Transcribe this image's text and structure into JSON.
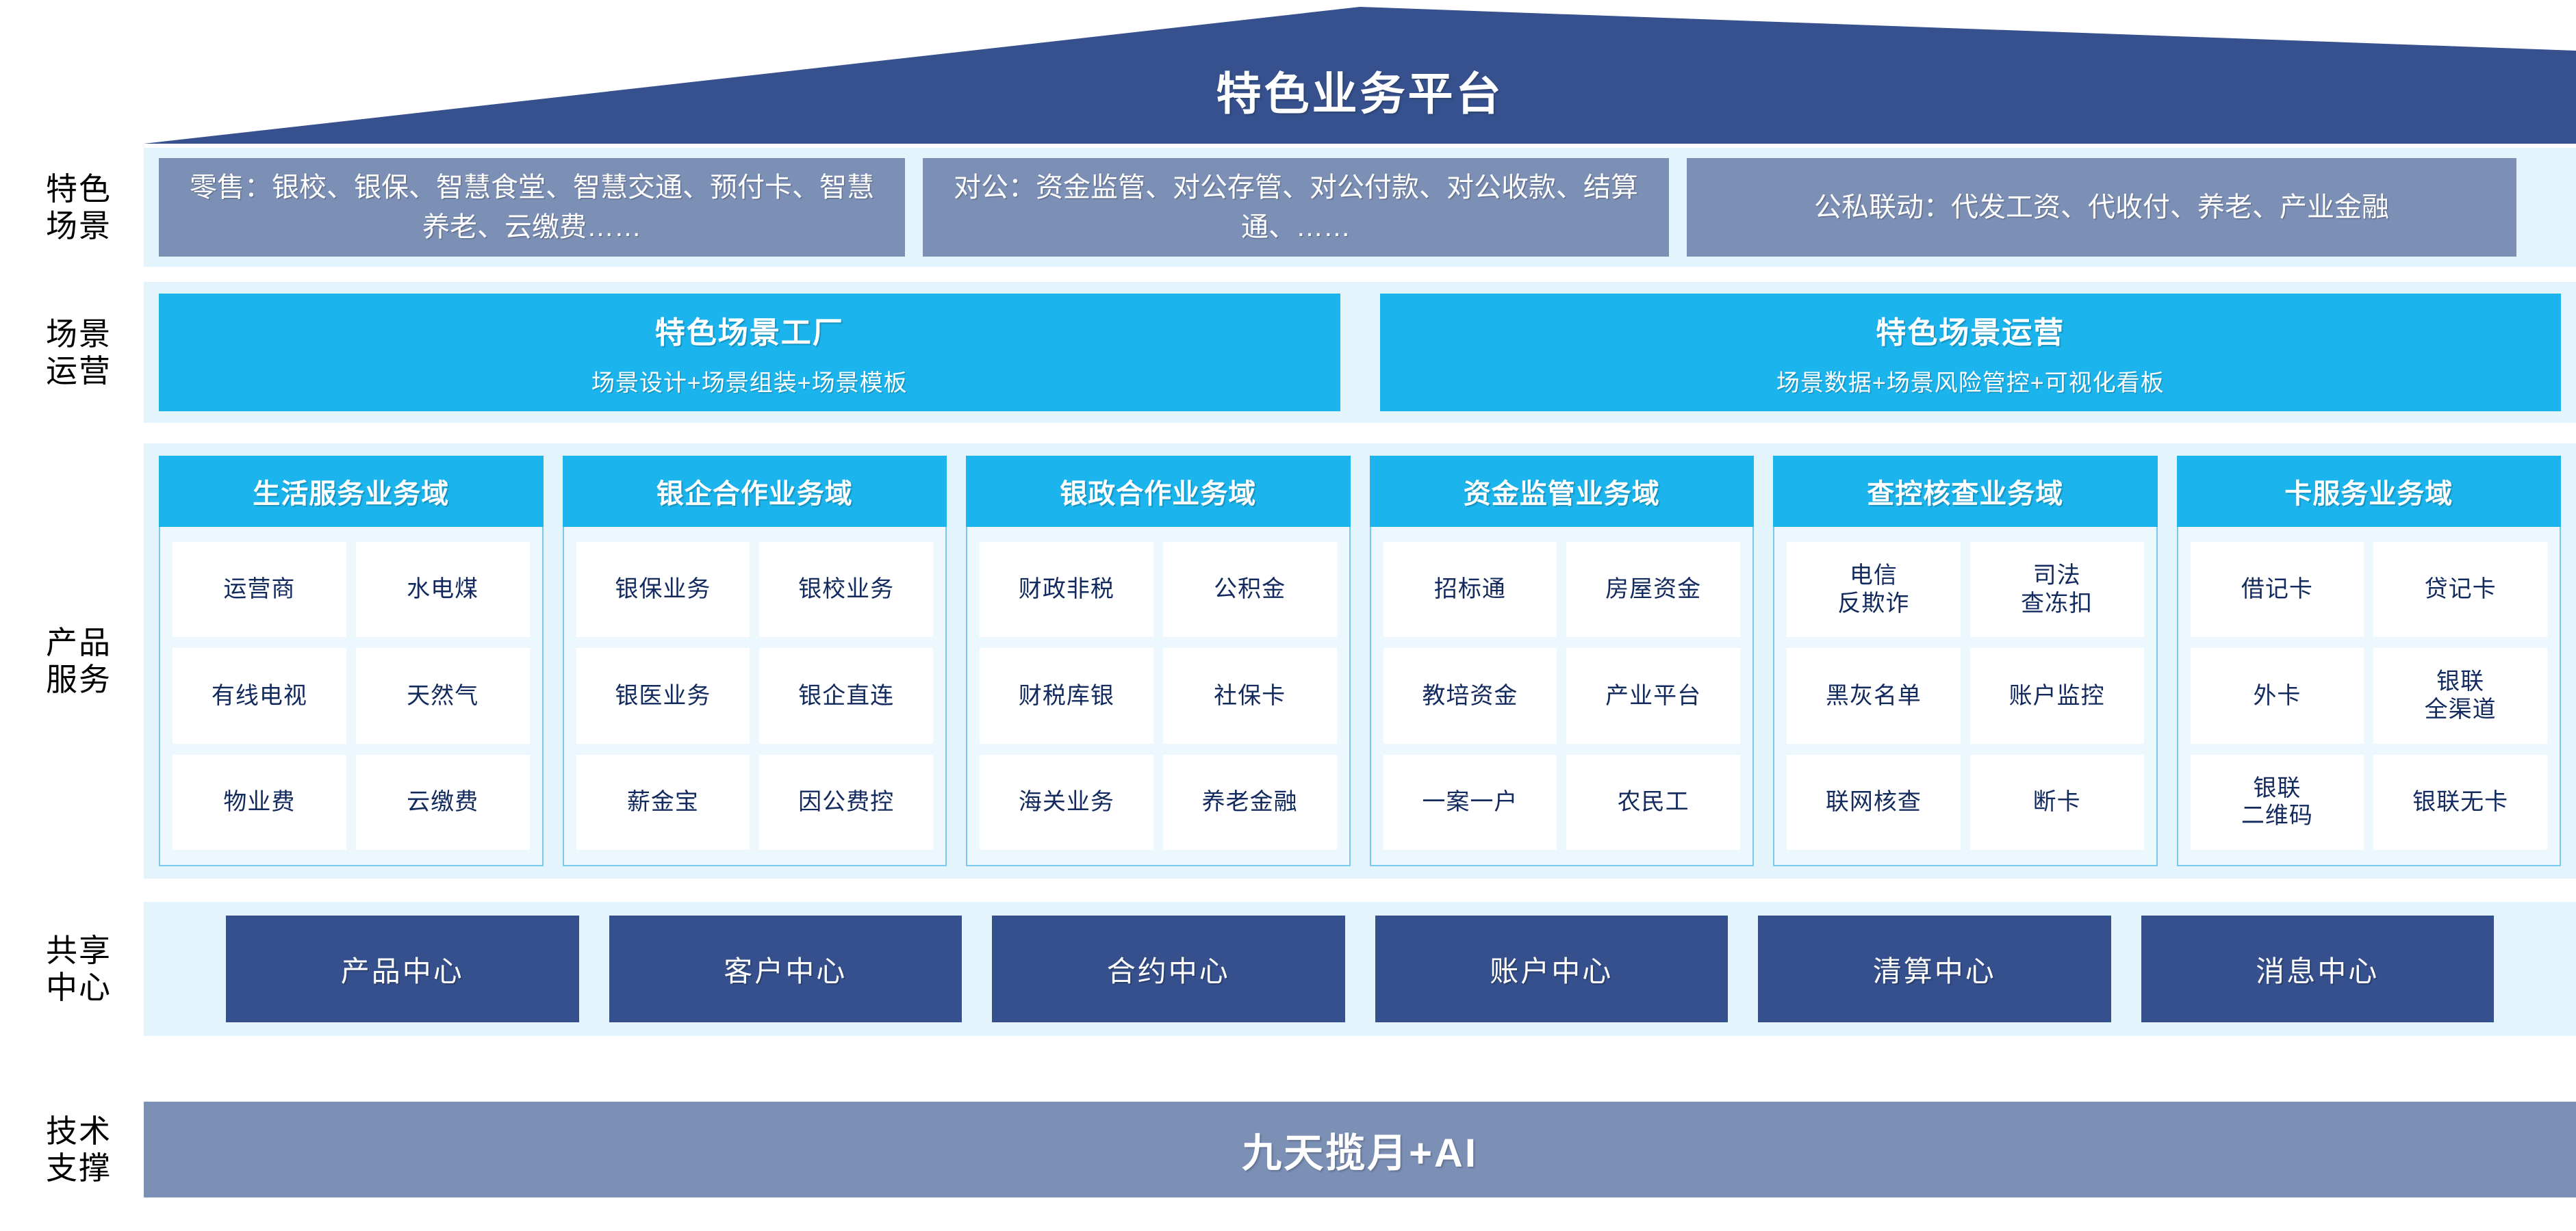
{
  "header": {
    "title": "特色业务平台"
  },
  "rows": {
    "scenes": {
      "label": "特色\n场景",
      "boxes": [
        "零售：银校、银保、智慧食堂、智慧交通、预付卡、智慧养老、云缴费……",
        "对公：资金监管、对公存管、对公付款、对公收款、结算通、……",
        "公私联动：代发工资、代收付、养老、产业金融"
      ]
    },
    "operation": {
      "label": "场景\n运营",
      "boxes": [
        {
          "title": "特色场景工厂",
          "sub": "场景设计+场景组装+场景模板"
        },
        {
          "title": "特色场景运营",
          "sub": "场景数据+场景风险管控+可视化看板"
        }
      ]
    },
    "products": {
      "label": "产品\n服务",
      "domains": [
        {
          "title": "生活服务业务域",
          "items": [
            "运营商",
            "水电煤",
            "有线电视",
            "天然气",
            "物业费",
            "云缴费"
          ]
        },
        {
          "title": "银企合作业务域",
          "items": [
            "银保业务",
            "银校业务",
            "银医业务",
            "银企直连",
            "薪金宝",
            "因公费控"
          ]
        },
        {
          "title": "银政合作业务域",
          "items": [
            "财政非税",
            "公积金",
            "财税库银",
            "社保卡",
            "海关业务",
            "养老金融"
          ]
        },
        {
          "title": "资金监管业务域",
          "items": [
            "招标通",
            "房屋资金",
            "教培资金",
            "产业平台",
            "一案一户",
            "农民工"
          ]
        },
        {
          "title": "查控核查业务域",
          "items": [
            "电信\n反欺诈",
            "司法\n查冻扣",
            "黑灰名单",
            "账户监控",
            "联网核查",
            "断卡"
          ]
        },
        {
          "title": "卡服务业务域",
          "items": [
            "借记卡",
            "贷记卡",
            "外卡",
            "银联\n全渠道",
            "银联\n二维码",
            "银联无卡"
          ]
        }
      ]
    },
    "shared": {
      "label": "共享\n中心",
      "boxes": [
        "产品中心",
        "客户中心",
        "合约中心",
        "账户中心",
        "清算中心",
        "消息中心"
      ]
    },
    "tech": {
      "label": "技术\n支撑",
      "bar": "九天揽月+AI"
    }
  },
  "colors": {
    "navy": "#35508C",
    "slate": "#7C8FB5",
    "cyan": "#1BB4EC",
    "panel_bg": "#E4F4FD",
    "domain_bg": "#ECF8FE",
    "item_text": "#132A5E"
  }
}
